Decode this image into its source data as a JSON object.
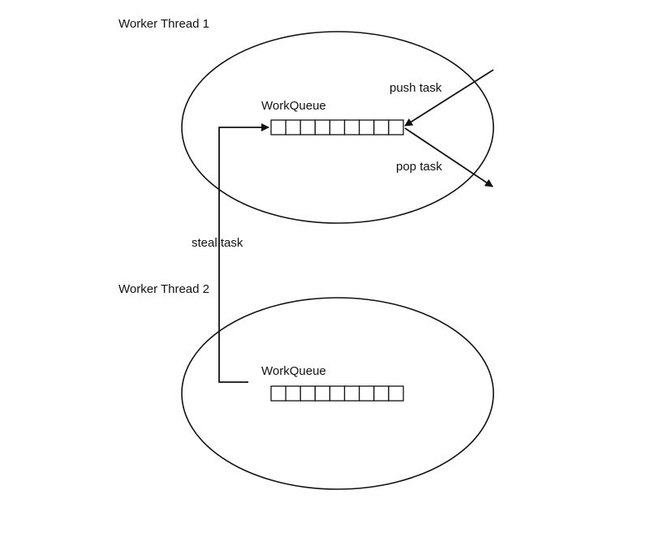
{
  "threads": [
    {
      "title": "Worker Thread 1",
      "queue_label": "WorkQueue",
      "queue_slots": 9
    },
    {
      "title": "Worker Thread 2",
      "queue_label": "WorkQueue",
      "queue_slots": 9
    }
  ],
  "edges": {
    "push": "push task",
    "pop": "pop task",
    "steal": "steal task"
  },
  "colors": {
    "stroke": "#111111",
    "background": "#ffffff"
  }
}
